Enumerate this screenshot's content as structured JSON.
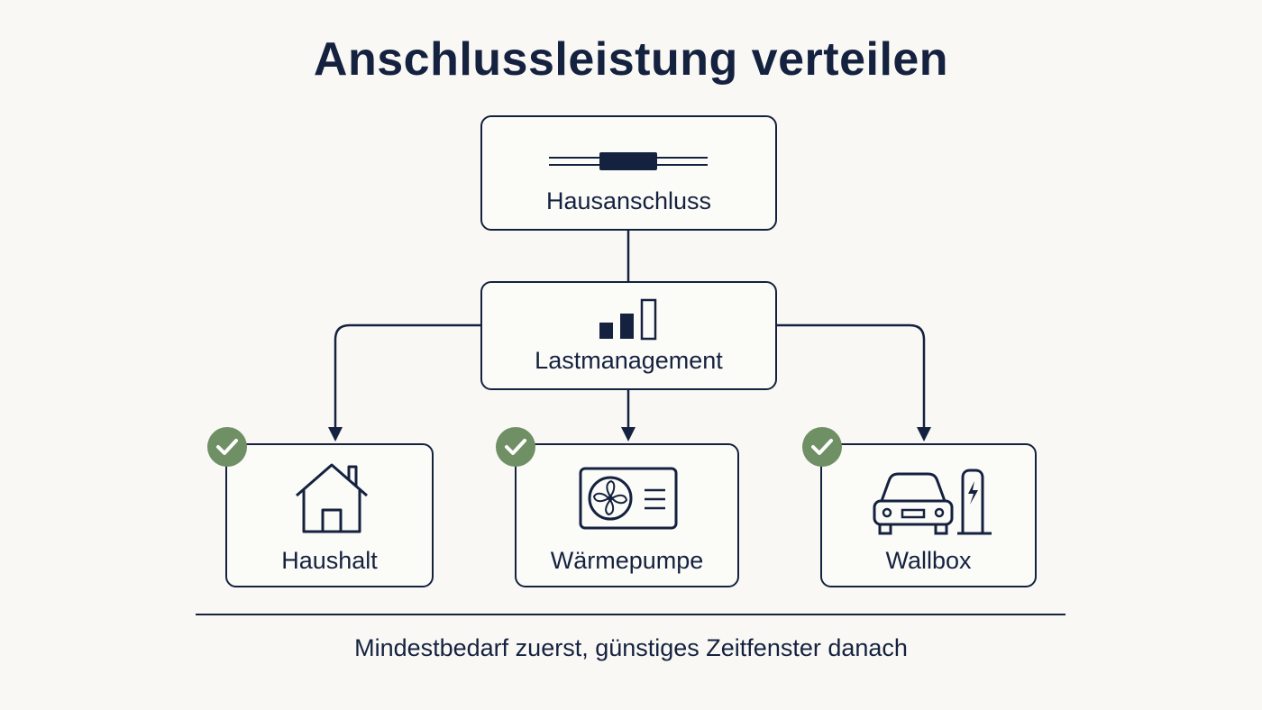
{
  "diagram": {
    "title": "Anschlussleistung verteilen",
    "top_node": {
      "label": "Hausanschluss",
      "icon": "fuse-icon"
    },
    "middle_node": {
      "label": "Lastmanagement",
      "icon": "bar-chart-icon"
    },
    "consumers": [
      {
        "label": "Haushalt",
        "icon": "house-icon",
        "status_icon": "check-icon"
      },
      {
        "label": "Wärmepumpe",
        "icon": "heat-pump-icon",
        "status_icon": "check-icon"
      },
      {
        "label": "Wallbox",
        "icon": "car-charger-icon",
        "status_icon": "check-icon"
      }
    ],
    "footer": "Mindestbedarf zuerst, günstiges Zeitfenster danach",
    "colors": {
      "ink": "#15223f",
      "check": "#6f8f64",
      "background": "#f9f8f5"
    }
  }
}
